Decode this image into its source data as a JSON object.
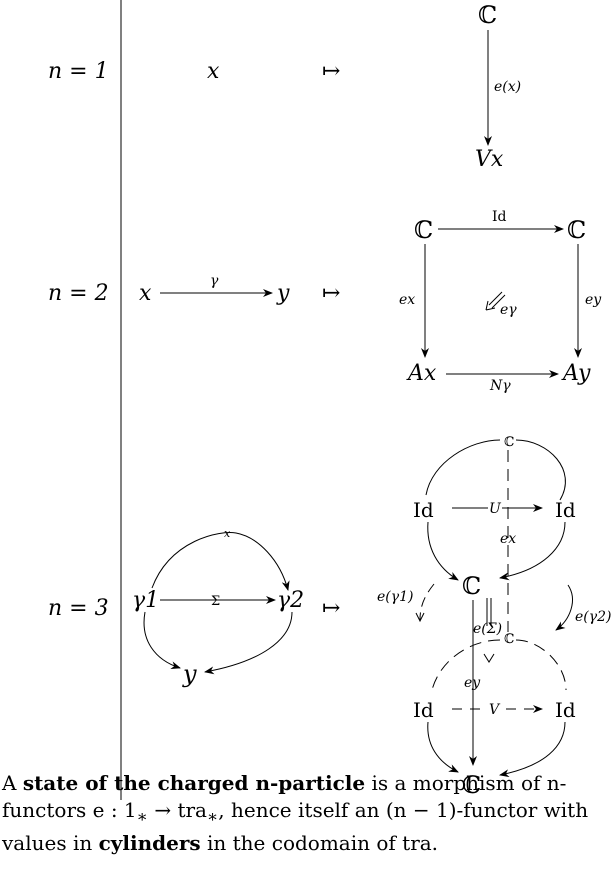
{
  "rows": [
    {
      "label": "n = 1",
      "source": "x",
      "mapsto": "↦"
    },
    {
      "label": "n = 2",
      "source_from": "x",
      "source_to": "y",
      "source_arrow": "γ",
      "mapsto": "↦"
    },
    {
      "label": "n = 3",
      "source_left": "γ1",
      "source_right": "γ2",
      "source_bottom": "y",
      "source_top": "x",
      "source_mid": "Σ",
      "mapsto": "↦"
    }
  ],
  "target1": {
    "top": "ℂ",
    "arrow": "e(x)",
    "bottom": "Vx"
  },
  "target2": {
    "tl": "ℂ",
    "tr": "ℂ",
    "bl": "Ax",
    "br": "Ay",
    "top": "Id",
    "left": "ex",
    "right": "ey",
    "bottom": "Nγ",
    "center": "eγ"
  },
  "target3": {
    "c_top_small": "ℂ",
    "id_tl": "Id",
    "id_tr": "Id",
    "u": "U",
    "ex": "ex",
    "c_mid": "ℂ",
    "e_gamma1": "e(γ1)",
    "e_gamma2": "e(γ2)",
    "e_sigma": "e(Σ)",
    "c_mid_small": "ℂ",
    "ey": "ey",
    "id_bl": "Id",
    "id_br": "Id",
    "v": "V",
    "c_bottom": "ℂ"
  },
  "caption": {
    "t1": "A ",
    "b1": "state of the charged n-particle",
    "t2": " is a morphism of n-functors e : 1",
    "t3": "∗",
    "t4": " → tra",
    "t5": "∗",
    "t6": ", hence itself an (n − 1)-functor with values in ",
    "b2": "cylinders",
    "t7": " in the codomain of tra."
  }
}
